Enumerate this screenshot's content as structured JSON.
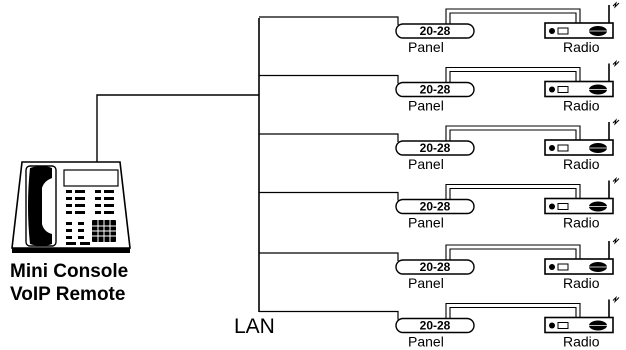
{
  "console": {
    "line1": "Mini Console",
    "line2": "VoIP Remote"
  },
  "network": {
    "label": "LAN"
  },
  "channels": [
    {
      "panel_label": "Panel",
      "panel_model": "20-28",
      "radio_label": "Radio"
    },
    {
      "panel_label": "Panel",
      "panel_model": "20-28",
      "radio_label": "Radio"
    },
    {
      "panel_label": "Panel",
      "panel_model": "20-28",
      "radio_label": "Radio"
    },
    {
      "panel_label": "Panel",
      "panel_model": "20-28",
      "radio_label": "Radio"
    },
    {
      "panel_label": "Panel",
      "panel_model": "20-28",
      "radio_label": "Radio"
    },
    {
      "panel_label": "Panel",
      "panel_model": "20-28",
      "radio_label": "Radio"
    }
  ]
}
